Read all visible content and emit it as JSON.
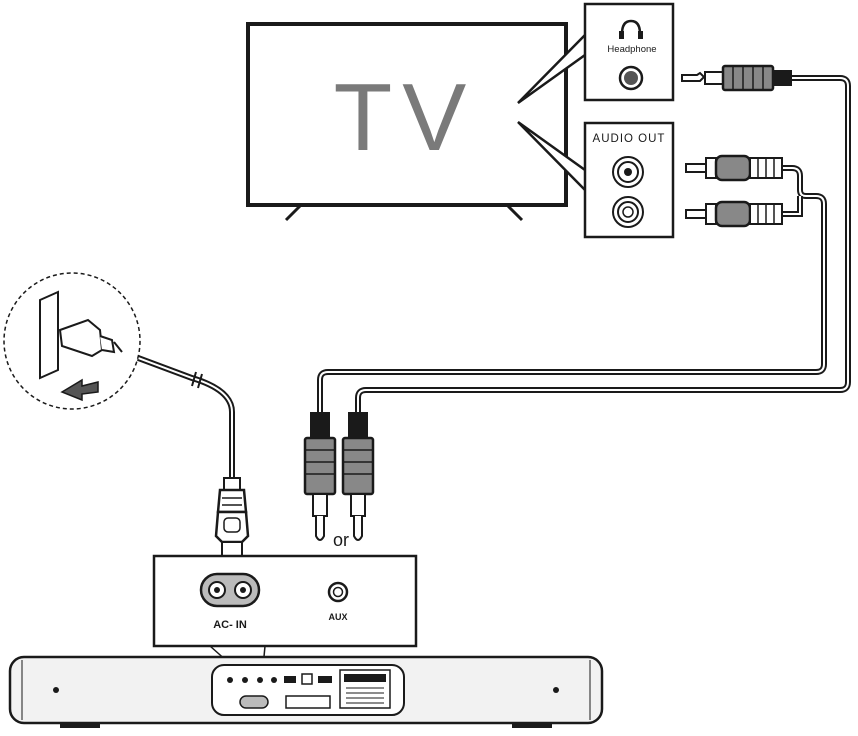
{
  "tv": {
    "label": "TV"
  },
  "headphone_panel": {
    "label": "Headphone",
    "icon": "headphone-icon"
  },
  "audio_out_panel": {
    "label": "AUDIO OUT"
  },
  "soundbar_panel": {
    "ac_in_label": "AC- IN",
    "aux_label": "AUX"
  },
  "connector_choice": {
    "label": "or"
  },
  "colors": {
    "line": "#1a1a1a",
    "plug_gray": "#888888",
    "tv_text": "#7a7a7a",
    "panel_fill": "#ffffff",
    "soundbar_fill": "#f2f2f2"
  }
}
